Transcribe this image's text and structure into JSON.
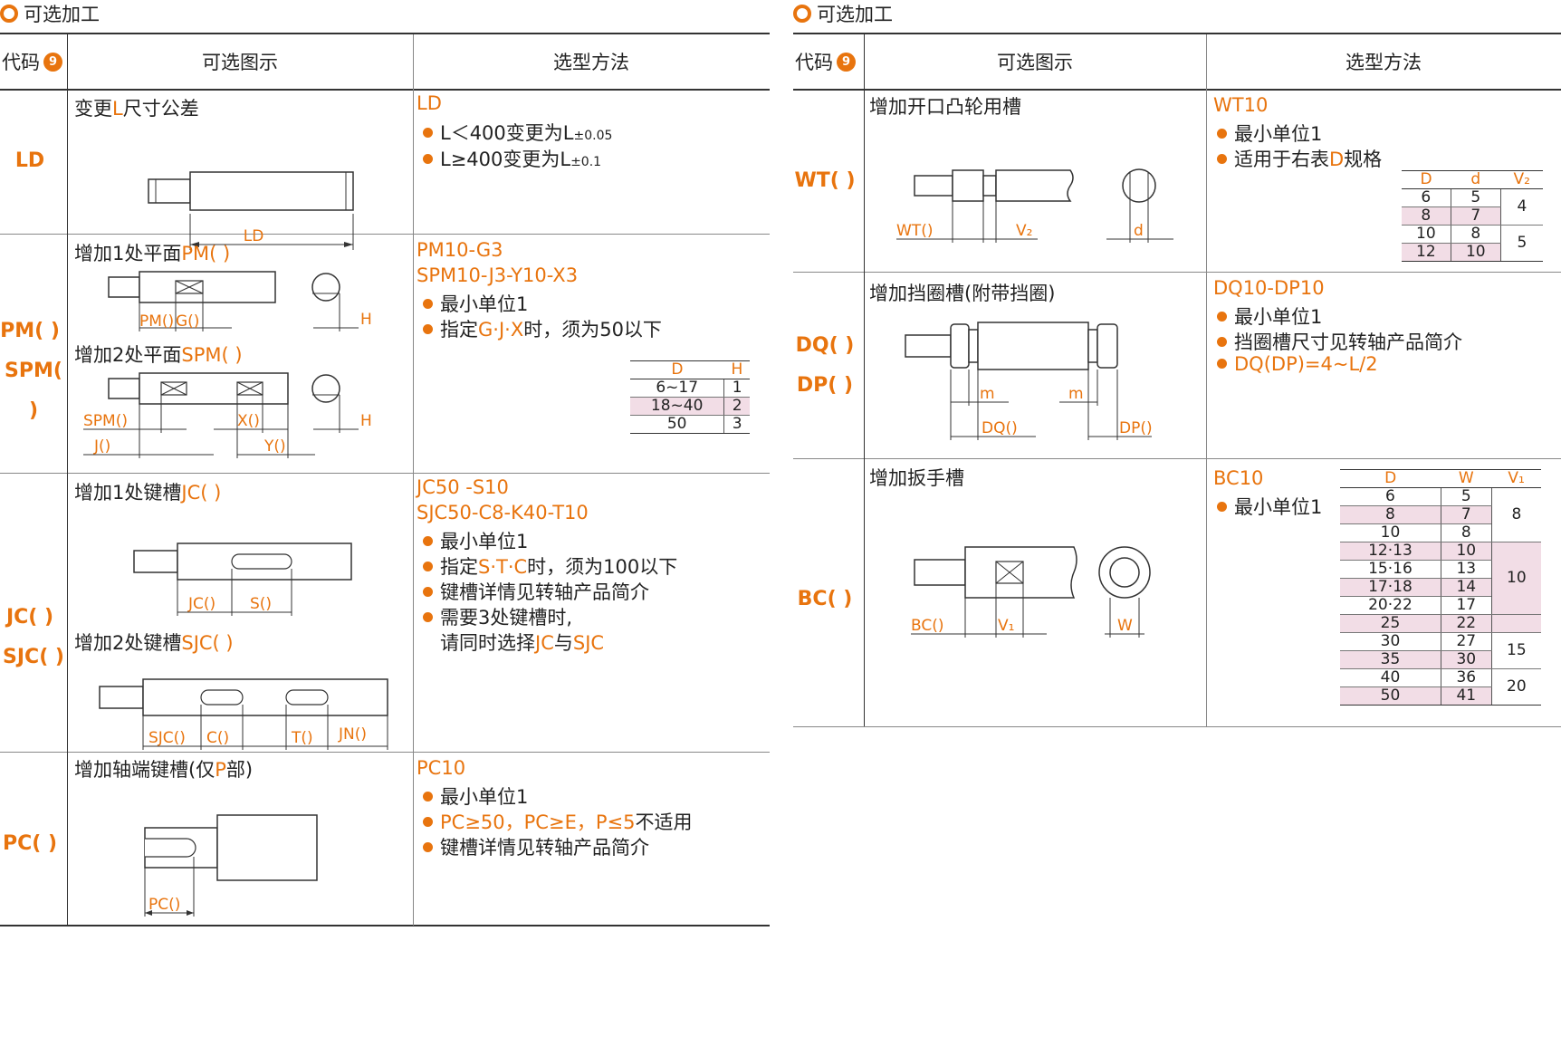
{
  "left": {
    "section_title": "可选加工",
    "headers": {
      "code": "代码",
      "badge": "9",
      "figure": "可选图示",
      "method": "选型方法"
    },
    "ld": {
      "code": "LD",
      "caption_pre": "变更",
      "caption_hl": "L",
      "caption_post": "尺寸公差",
      "dim_label": "LD",
      "sel_code": "LD",
      "b1_text": "L＜400变更为L",
      "b1_sub": "±0.05",
      "b2_text": "L≥400变更为L",
      "b2_sub": "±0.1"
    },
    "pm": {
      "code1": "PM( )",
      "code2": "SPM( )",
      "caption1_pre": "增加1处平面",
      "caption1_hl": "PM( )",
      "caption2_pre": "增加2处平面",
      "caption2_hl": "SPM( )",
      "labels": {
        "pm": "PM()",
        "g": "G()",
        "h": "H",
        "spm": "SPM()",
        "x": "X()",
        "j": "J()",
        "y": "Y()"
      },
      "sel_code1": "PM10-G3",
      "sel_code2": "SPM10-J3-Y10-X3",
      "b1": "最小单位1",
      "b2_pre": "指定",
      "b2_hl": "G·J·X",
      "b2_post": "时，须为50以下",
      "table": {
        "headers": [
          "D",
          "H"
        ],
        "rows": [
          [
            "6~17",
            "1"
          ],
          [
            "18~40",
            "2"
          ],
          [
            "50",
            "3"
          ]
        ]
      }
    },
    "jc": {
      "code1": "JC( )",
      "code2": "SJC( )",
      "caption1_pre": "增加1处键槽",
      "caption1_hl": "JC( )",
      "caption2_pre": "增加2处键槽",
      "caption2_hl": "SJC( )",
      "labels": {
        "jc": "JC()",
        "s": "S()",
        "sjc": "SJC()",
        "c": "C()",
        "t": "T()",
        "jn": "JN()"
      },
      "sel_code1": "JC50 -S10",
      "sel_code2": "SJC50-C8-K40-T10",
      "b1": "最小单位1",
      "b2_pre": "指定",
      "b2_hl": "S·T·C",
      "b2_post": "时，须为100以下",
      "b3": "键槽详情见转轴产品简介",
      "b4_line1": "需要3处键槽时,",
      "b4_line2_pre": "请同时选择",
      "b4_line2_hl1": "JC",
      "b4_line2_mid": "与",
      "b4_line2_hl2": "SJC"
    },
    "pc": {
      "code": "PC( )",
      "caption_pre": "增加轴端键槽(仅",
      "caption_hl": "P",
      "caption_post": "部)",
      "dim_label": "PC()",
      "sel_code": "PC10",
      "b1": "最小单位1",
      "b2_hl": "PC≥50，PC≥E，P≤5",
      "b2_post": "不适用",
      "b3": "键槽详情见转轴产品简介"
    }
  },
  "right": {
    "section_title": "可选加工",
    "headers": {
      "code": "代码",
      "badge": "9",
      "figure": "可选图示",
      "method": "选型方法"
    },
    "wt": {
      "code": "WT( )",
      "caption": "增加开口凸轮用槽",
      "labels": {
        "wt": "WT()",
        "v2": "V₂",
        "d": "d"
      },
      "sel_code": "WT10",
      "b1": "最小单位1",
      "b2_pre": "适用于右表",
      "b2_hl": "D",
      "b2_post": "规格",
      "table": {
        "headers": [
          "D",
          "d",
          "V₂"
        ],
        "rows": [
          [
            "6",
            "5",
            "4"
          ],
          [
            "8",
            "7",
            ""
          ],
          [
            "10",
            "8",
            "5"
          ],
          [
            "12",
            "10",
            ""
          ]
        ]
      }
    },
    "dq": {
      "code1": "DQ( )",
      "code2": "DP( )",
      "caption": "增加挡圈槽(附带挡圈)",
      "labels": {
        "m1": "m",
        "m2": "m",
        "dq": "DQ()",
        "dp": "DP()"
      },
      "sel_code": "DQ10-DP10",
      "b1": "最小单位1",
      "b2": "挡圈槽尺寸见转轴产品简介",
      "b3": "DQ(DP)=4~L/2"
    },
    "bc": {
      "code": "BC( )",
      "caption": "增加扳手槽",
      "labels": {
        "bc": "BC()",
        "v1": "V₁",
        "w": "W"
      },
      "sel_code": "BC10",
      "b1": "最小单位1",
      "table": {
        "headers": [
          "D",
          "W",
          "V₁"
        ],
        "rows": [
          [
            "6",
            "5"
          ],
          [
            "8",
            "7"
          ],
          [
            "10",
            "8"
          ],
          [
            "12·13",
            "10"
          ],
          [
            "15·16",
            "13"
          ],
          [
            "17·18",
            "14"
          ],
          [
            "20·22",
            "17"
          ],
          [
            "25",
            "22"
          ],
          [
            "30",
            "27"
          ],
          [
            "35",
            "30"
          ],
          [
            "40",
            "36"
          ],
          [
            "50",
            "41"
          ]
        ],
        "v_groups": [
          "8",
          "10",
          "15",
          "20"
        ]
      }
    }
  },
  "colors": {
    "accent": "#e8740e",
    "highlight_row": "#f2dde6",
    "rule": "#333333"
  }
}
